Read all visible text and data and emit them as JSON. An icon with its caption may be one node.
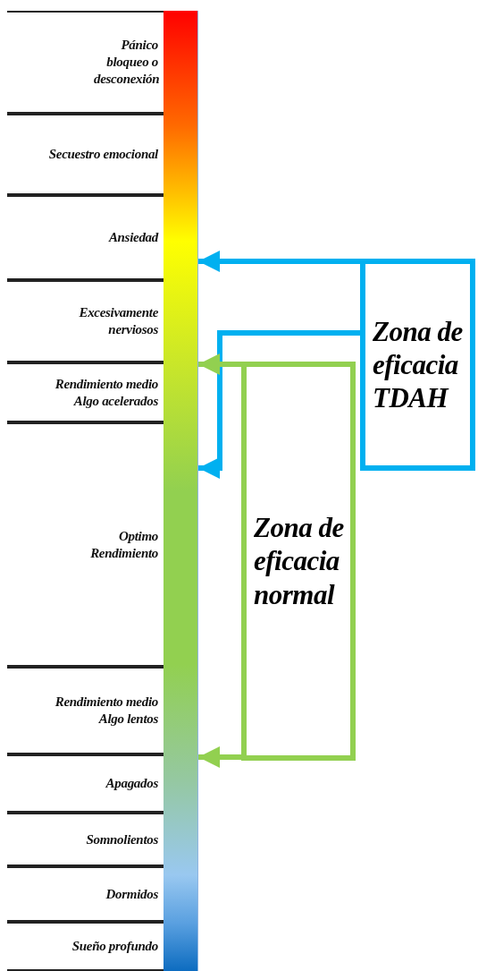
{
  "diagram": {
    "nodes": [
      {
        "text": [
          "Pánico bloqueo o desconexión"
        ]
      },
      {
        "text": [
          "Secuestro emocional"
        ]
      },
      {
        "text": [
          "Ansiedad"
        ]
      },
      {
        "text": [
          "Excesivamente nerviosos"
        ]
      },
      {
        "text": [
          "Rendimiento medio Algo acelerados"
        ]
      },
      {
        "text": [
          "Optimo Rendimiento"
        ]
      },
      {
        "text": [
          "Rendimiento medio Algo lentos"
        ]
      },
      {
        "text": [
          "Apagados"
        ]
      },
      {
        "text": [
          "Somnolientos"
        ]
      },
      {
        "text": [
          "Dormidos"
        ]
      },
      {
        "text": [
          "Sueño profundo"
        ]
      },
      {
        "text": [],
        "shape": "bar"
      },
      {
        "text": [
          "Zona de eficacia TDAH"
        ]
      },
      {
        "text": [
          "Zona de eficacia normal"
        ]
      }
    ],
    "edges": [
      {
        "from": 12,
        "to": 11,
        "arrow": "to",
        "color": "#00b0f0"
      },
      {
        "from": 12,
        "to": 11,
        "arrow": "to",
        "color": "#00b0f0"
      },
      {
        "from": 13,
        "to": 11,
        "arrow": "to",
        "color": "#92d050"
      },
      {
        "from": 13,
        "to": 11,
        "arrow": "to",
        "color": "#92d050"
      }
    ]
  }
}
